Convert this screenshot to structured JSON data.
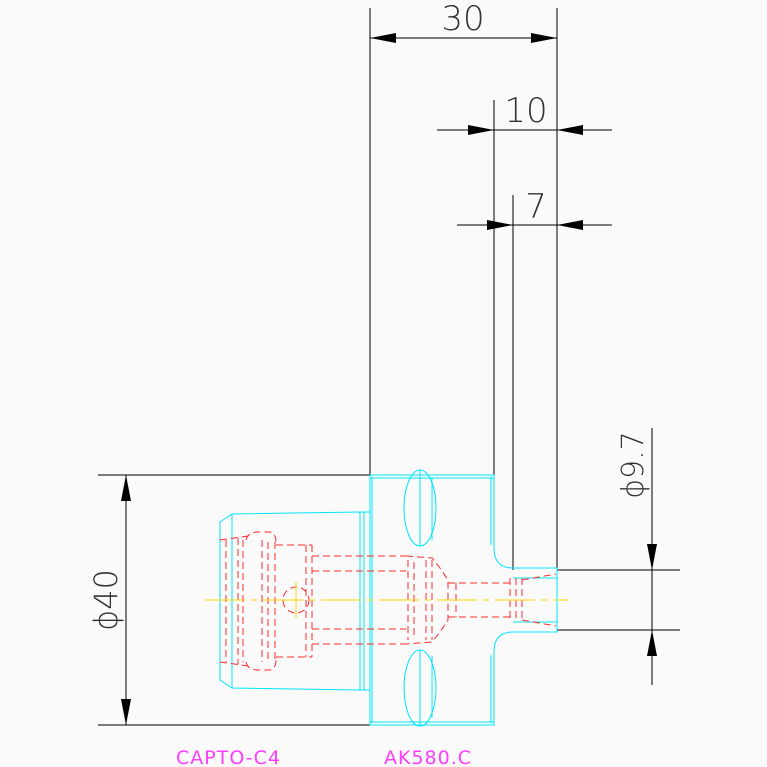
{
  "colors": {
    "dimension": "#000000",
    "outline": "#00e5ff",
    "hidden": "#ff2a2a",
    "centerline": "#ffd600",
    "label": "#ff3cff"
  },
  "dimensions": {
    "overall_length": "30",
    "flange_length": "10",
    "tip_length": "7",
    "bore_diameter": "ϕ9.7",
    "body_diameter": "ϕ40"
  },
  "labels": {
    "holder": "CAPTO-C4",
    "collet": "AK580.C"
  }
}
